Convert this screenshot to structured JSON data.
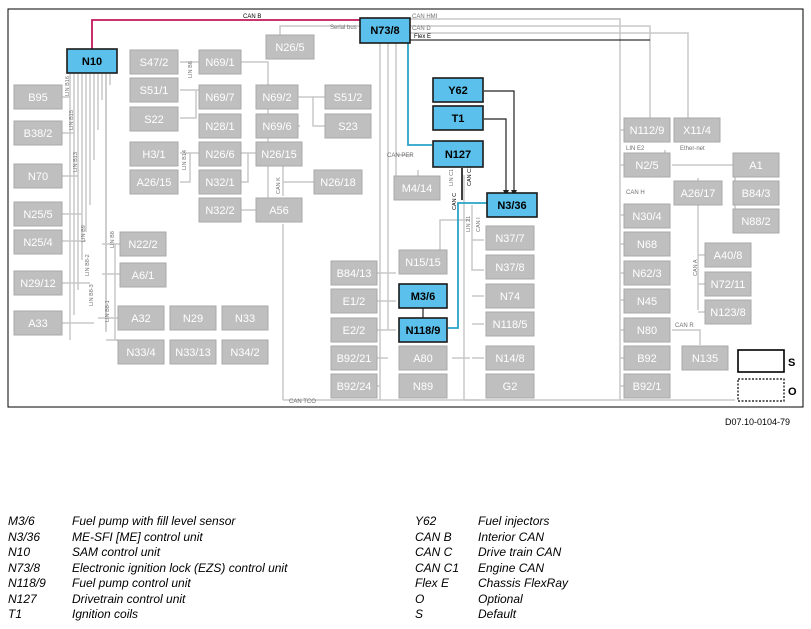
{
  "reference": "D07.10-0104-79",
  "nodes": {
    "N10": "N10",
    "N73_8": "N73/8",
    "Y62": "Y62",
    "T1": "T1",
    "N127": "N127",
    "N3_36": "N3/36",
    "M3_6": "M3/6",
    "N118_9": "N118/9",
    "B95": "B95",
    "B38_2": "B38/2",
    "N70": "N70",
    "N25_5": "N25/5",
    "N25_4": "N25/4",
    "N29_12": "N29/12",
    "A33": "A33",
    "S47_2": "S47/2",
    "S51_1": "S51/1",
    "S22": "S22",
    "N69_1": "N69/1",
    "N69_7": "N69/7",
    "N28_1": "N28/1",
    "N69_2": "N69/2",
    "N69_6": "N69/6",
    "S51_2": "S51/2",
    "S23": "S23",
    "H3_1": "H3/1",
    "A26_15": "A26/15",
    "N26_6": "N26/6",
    "N32_1": "N32/1",
    "N32_2": "N32/2",
    "N26_15": "N26/15",
    "A56": "A56",
    "N26_18": "N26/18",
    "N26_5": "N26/5",
    "N22_2": "N22/2",
    "A6_1": "A6/1",
    "A32": "A32",
    "N29": "N29",
    "N33": "N33",
    "N33_4": "N33/4",
    "N33_13": "N33/13",
    "N34_2": "N34/2",
    "M4_14": "M4/14",
    "B84_13": "B84/13",
    "E1_2": "E1/2",
    "E2_2": "E2/2",
    "B92_21": "B92/21",
    "B92_24": "B92/24",
    "N15_15": "N15/15",
    "A80": "A80",
    "N89": "N89",
    "N37_7": "N37/7",
    "N37_8": "N37/8",
    "N74": "N74",
    "N118_5": "N118/5",
    "N14_8": "N14/8",
    "G2": "G2",
    "N112_9": "N112/9",
    "X11_4": "X11/4",
    "N2_5": "N2/5",
    "A1": "A1",
    "A26_17": "A26/17",
    "B84_3": "B84/3",
    "N88_2": "N88/2",
    "N30_4": "N30/4",
    "N68": "N68",
    "A40_8": "A40/8",
    "N62_3": "N62/3",
    "N72_11": "N72/11",
    "N45": "N45",
    "N123_8": "N123/8",
    "N80": "N80",
    "N135": "N135",
    "B92": "B92",
    "B92_1": "B92/1"
  },
  "bus_labels": {
    "can_b": "CAN B",
    "serial_bus": "Serial bus",
    "can_hms": "CAN HMI",
    "can_d": "CAN D",
    "flex_e": "Flex E",
    "can_per": "CAN PER",
    "can_c1": "CAN C1",
    "lin_c1": "LIN C1",
    "can_c": "CAN C",
    "lin_c1b": "LIN 21",
    "can_i": "CAN I",
    "can_k": "CAN K",
    "can_h": "CAN H",
    "can_a": "CAN A",
    "can_r": "CAN R",
    "can_tco": "CAN TCO",
    "lin_e2": "LIN E2",
    "ethernet": "Ether-net",
    "lin_b16": "LIN B16",
    "lin_b15": "LIN B15",
    "lin_b13": "LIN B13",
    "lin_b9": "LIN B9",
    "lin_b82": "LIN B8-2",
    "lin_b83": "LIN B8-3",
    "lin_b81": "LIN B8-1",
    "lin_b8": "LIN B8",
    "lin_b6": "LIN B6",
    "lin_b14": "LIN B14"
  },
  "key": {
    "s": "S",
    "o": "O"
  },
  "legend_left": [
    {
      "code": "M3/6",
      "desc": "Fuel pump with fill level sensor"
    },
    {
      "code": "N3/36",
      "desc": "ME-SFI [ME] control unit"
    },
    {
      "code": "N10",
      "desc": "SAM control unit"
    },
    {
      "code": "N73/8",
      "desc": "Electronic ignition lock (EZS) control unit"
    },
    {
      "code": "N118/9",
      "desc": "Fuel pump control unit"
    },
    {
      "code": "N127",
      "desc": "Drivetrain control unit"
    },
    {
      "code": "T1",
      "desc": "Ignition coils"
    }
  ],
  "legend_right": [
    {
      "code": "Y62",
      "desc": "Fuel injectors"
    },
    {
      "code": "CAN B",
      "desc": "Interior CAN"
    },
    {
      "code": "CAN C",
      "desc": "Drive train CAN"
    },
    {
      "code": "CAN C1",
      "desc": "Engine CAN"
    },
    {
      "code": "Flex E",
      "desc": "Chassis FlexRay"
    },
    {
      "code": "O",
      "desc": "Optional"
    },
    {
      "code": "S",
      "desc": "Default"
    }
  ]
}
